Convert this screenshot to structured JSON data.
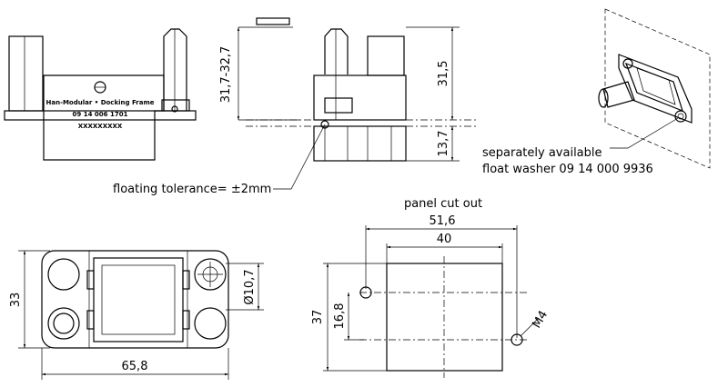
{
  "front_label": {
    "line1": "Han-Modular",
    "line2": "Docking Frame",
    "part_no": "09 14 006 1701",
    "code": "XXXXXXXXX"
  },
  "dimensions": {
    "height_range": "31,7-32,7",
    "height_upper": "31,5",
    "height_lower": "13,7",
    "width_total": "65,8",
    "height_total": "33",
    "hole_diameter": "Ø10,7",
    "cutout_outer": "51,6",
    "cutout_inner": "40",
    "cutout_height": "37",
    "cutout_offset": "16,8",
    "thread": "M4"
  },
  "annotations": {
    "floating_tolerance": "floating tolerance= ±2mm",
    "washer_line1": "separately available",
    "washer_line2": "float washer 09 14 000 9936",
    "panel_cutout": "panel cut out"
  }
}
